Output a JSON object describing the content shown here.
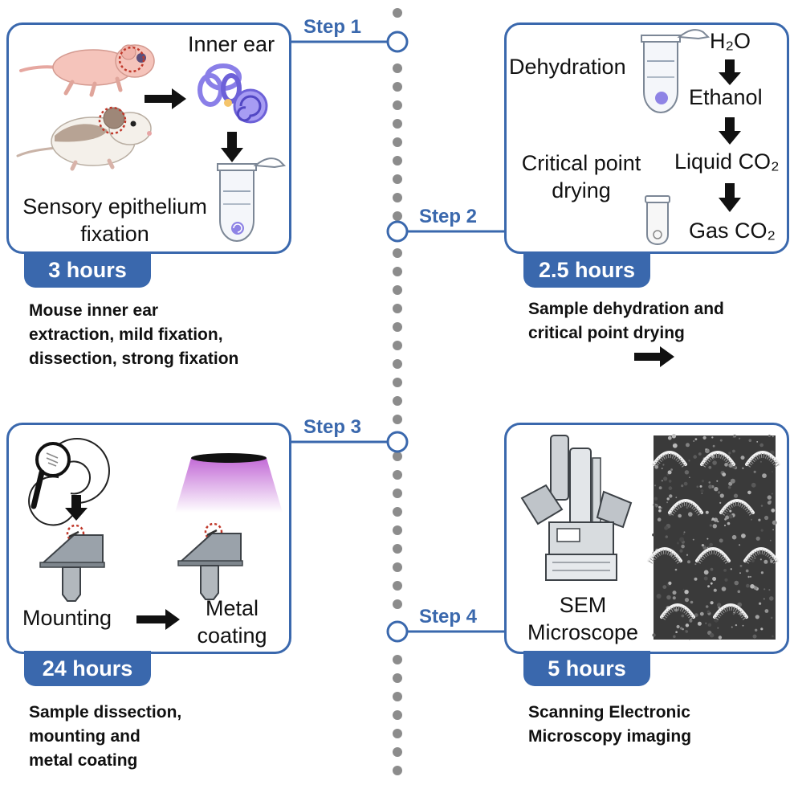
{
  "steps": [
    {
      "step_label": "Step 1",
      "time": "3 hours",
      "labels": {
        "inner_ear": "Inner ear",
        "sensory_line1": "Sensory epithelium",
        "sensory_line2": "fixation"
      },
      "description": [
        "Mouse inner ear",
        "extraction, mild fixation,",
        "dissection, strong fixation"
      ]
    },
    {
      "step_label": "Step 2",
      "time": "2.5 hours",
      "labels": {
        "dehydration": "Dehydration",
        "h2o": "H₂O",
        "ethanol": "Ethanol",
        "critical_line1": "Critical point",
        "critical_line2": "drying",
        "liquid_co2": "Liquid CO₂",
        "gas_co2": "Gas CO₂"
      },
      "description": [
        "Sample dehydration and",
        "critical point drying"
      ]
    },
    {
      "step_label": "Step 3",
      "time": "24 hours",
      "labels": {
        "mounting": "Mounting",
        "metal_line1": "Metal",
        "metal_line2": "coating"
      },
      "description": [
        "Sample dissection,",
        "mounting and",
        "metal coating"
      ]
    },
    {
      "step_label": "Step 4",
      "time": "5 hours",
      "labels": {
        "sem_line1": "SEM",
        "sem_line2": "Microscope"
      },
      "description": [
        "Scanning Electronic",
        "Microscopy imaging"
      ]
    }
  ],
  "colors": {
    "accent": "#3a68ad",
    "timeline_dots": "#8c8c8c",
    "highlight_circle": "#c0392b",
    "metal_glow": "#c26ad6",
    "cochlea": "#7b6fe0"
  },
  "icons": [
    "arrow-right-icon",
    "arrow-down-icon",
    "microcentrifuge-tube-icon",
    "magnifier-icon",
    "cochlea-icon",
    "sample-stub-icon",
    "sem-microscope-icon",
    "mouse-icon",
    "inner-ear-icon"
  ]
}
